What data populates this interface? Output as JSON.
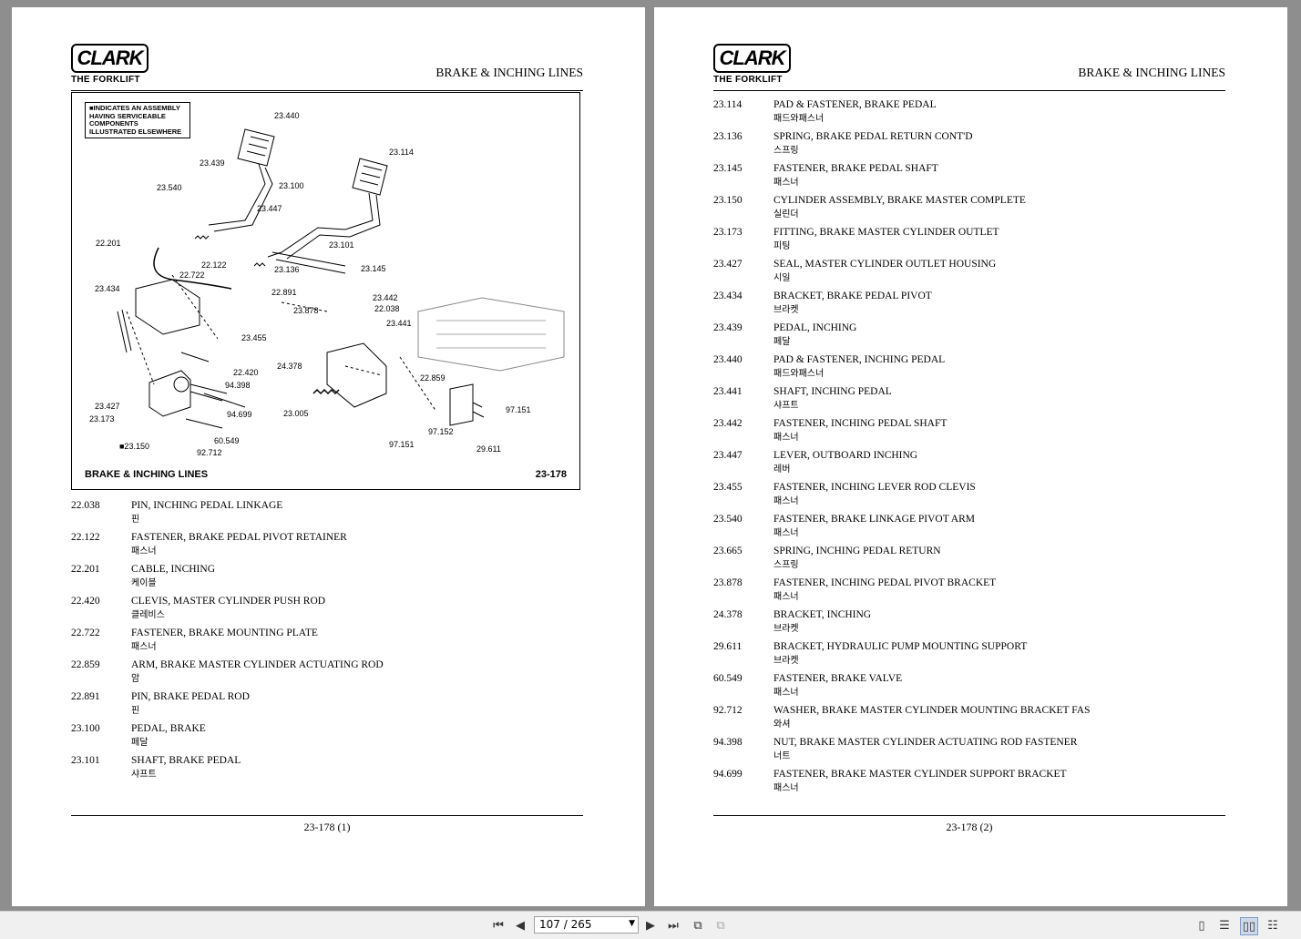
{
  "header": {
    "logo_text": "CLARK",
    "logo_subtitle": "THE FORKLIFT",
    "section_title": "BRAKE & INCHING LINES"
  },
  "figure": {
    "legend": "■INDICATES AN ASSEMBLY HAVING SERVICEABLE COMPONENTS ILLUSTRATED ELSEWHERE",
    "caption": "BRAKE & INCHING LINES",
    "number": "23-178",
    "callouts": [
      "23.440",
      "23.114",
      "23.439",
      "23.540",
      "23.100",
      "23.447",
      "22.201",
      "23.101",
      "22.122",
      "22.722",
      "23.136",
      "23.145",
      "23.434",
      "22.891",
      "23.442",
      "23.878",
      "22.038",
      "23.441",
      "23.455",
      "22.420",
      "24.378",
      "22.859",
      "94.398",
      "23.427",
      "23.173",
      "94.699",
      "23.005",
      "97.151",
      "97.152",
      "60.549",
      "■23.150",
      "92.712",
      "97.151",
      "29.611"
    ]
  },
  "left_page": {
    "footer": "23-178 (1)",
    "parts": [
      {
        "no": "22.038",
        "desc": "PIN, INCHING PEDAL LINKAGE",
        "kr": "핀"
      },
      {
        "no": "22.122",
        "desc": "FASTENER, BRAKE PEDAL PIVOT RETAINER",
        "kr": "패스너"
      },
      {
        "no": "22.201",
        "desc": "CABLE, INCHING",
        "kr": "케이블"
      },
      {
        "no": "22.420",
        "desc": "CLEVIS, MASTER CYLINDER PUSH ROD",
        "kr": "클레비스"
      },
      {
        "no": "22.722",
        "desc": "FASTENER, BRAKE MOUNTING PLATE",
        "kr": "패스너"
      },
      {
        "no": "22.859",
        "desc": "ARM, BRAKE MASTER CYLINDER ACTUATING ROD",
        "kr": "암"
      },
      {
        "no": "22.891",
        "desc": "PIN, BRAKE PEDAL ROD",
        "kr": "핀"
      },
      {
        "no": "23.100",
        "desc": "PEDAL, BRAKE",
        "kr": "페달"
      },
      {
        "no": "23.101",
        "desc": "SHAFT, BRAKE PEDAL",
        "kr": "샤프트"
      }
    ]
  },
  "right_page": {
    "footer": "23-178 (2)",
    "parts": [
      {
        "no": "23.114",
        "desc": "PAD & FASTENER, BRAKE PEDAL",
        "kr": "패드와패스너"
      },
      {
        "no": "23.136",
        "desc": "SPRING, BRAKE PEDAL RETURN CONT'D",
        "kr": "스프링"
      },
      {
        "no": "23.145",
        "desc": "FASTENER, BRAKE PEDAL SHAFT",
        "kr": "패스너"
      },
      {
        "no": "23.150",
        "desc": "CYLINDER ASSEMBLY, BRAKE MASTER COMPLETE",
        "kr": "실린더"
      },
      {
        "no": "23.173",
        "desc": "FITTING, BRAKE MASTER CYLINDER OUTLET",
        "kr": "피팅"
      },
      {
        "no": "23.427",
        "desc": "SEAL, MASTER CYLINDER  OUTLET HOUSING",
        "kr": "시일"
      },
      {
        "no": "23.434",
        "desc": "BRACKET, BRAKE PEDAL PIVOT",
        "kr": "브라켓"
      },
      {
        "no": "23.439",
        "desc": "PEDAL, INCHING",
        "kr": "페달"
      },
      {
        "no": "23.440",
        "desc": "PAD & FASTENER, INCHING PEDAL",
        "kr": "패드와패스너"
      },
      {
        "no": "23.441",
        "desc": "SHAFT, INCHING PEDAL",
        "kr": "샤프트"
      },
      {
        "no": "23.442",
        "desc": "FASTENER, INCHING PEDAL SHAFT",
        "kr": "패스너"
      },
      {
        "no": "23.447",
        "desc": "LEVER, OUTBOARD INCHING",
        "kr": "레버"
      },
      {
        "no": "23.455",
        "desc": "FASTENER, INCHING LEVER ROD CLEVIS",
        "kr": "패스너"
      },
      {
        "no": "23.540",
        "desc": "FASTENER, BRAKE LINKAGE PIVOT ARM",
        "kr": "패스너"
      },
      {
        "no": "23.665",
        "desc": "SPRING, INCHING PEDAL RETURN",
        "kr": "스프링"
      },
      {
        "no": "23.878",
        "desc": "FASTENER, INCHING PEDAL PIVOT BRACKET",
        "kr": "패스너"
      },
      {
        "no": "24.378",
        "desc": "BRACKET, INCHING",
        "kr": "브라켓"
      },
      {
        "no": "29.611",
        "desc": "BRACKET, HYDRAULIC PUMP MOUNTING SUPPORT",
        "kr": "브라켓"
      },
      {
        "no": "60.549",
        "desc": "FASTENER, BRAKE VALVE",
        "kr": "패스너"
      },
      {
        "no": "92.712",
        "desc": "WASHER, BRAKE MASTER CYLINDER MOUNTING BRACKET FAS",
        "kr": "와셔"
      },
      {
        "no": "94.398",
        "desc": "NUT, BRAKE MASTER CYLINDER ACTUATING ROD FASTENER",
        "kr": "너트"
      },
      {
        "no": "94.699",
        "desc": "FASTENER, BRAKE MASTER CYLINDER SUPPORT BRACKET",
        "kr": "패스너"
      }
    ]
  },
  "toolbar": {
    "page_indicator": "107 / 265",
    "icons": [
      "first-page-icon",
      "prev-page-icon",
      "next-page-icon",
      "last-page-icon",
      "fit-page-icon",
      "fit-width-icon",
      "single-page-icon",
      "continuous-icon",
      "two-page-icon",
      "two-page-continuous-icon"
    ]
  }
}
